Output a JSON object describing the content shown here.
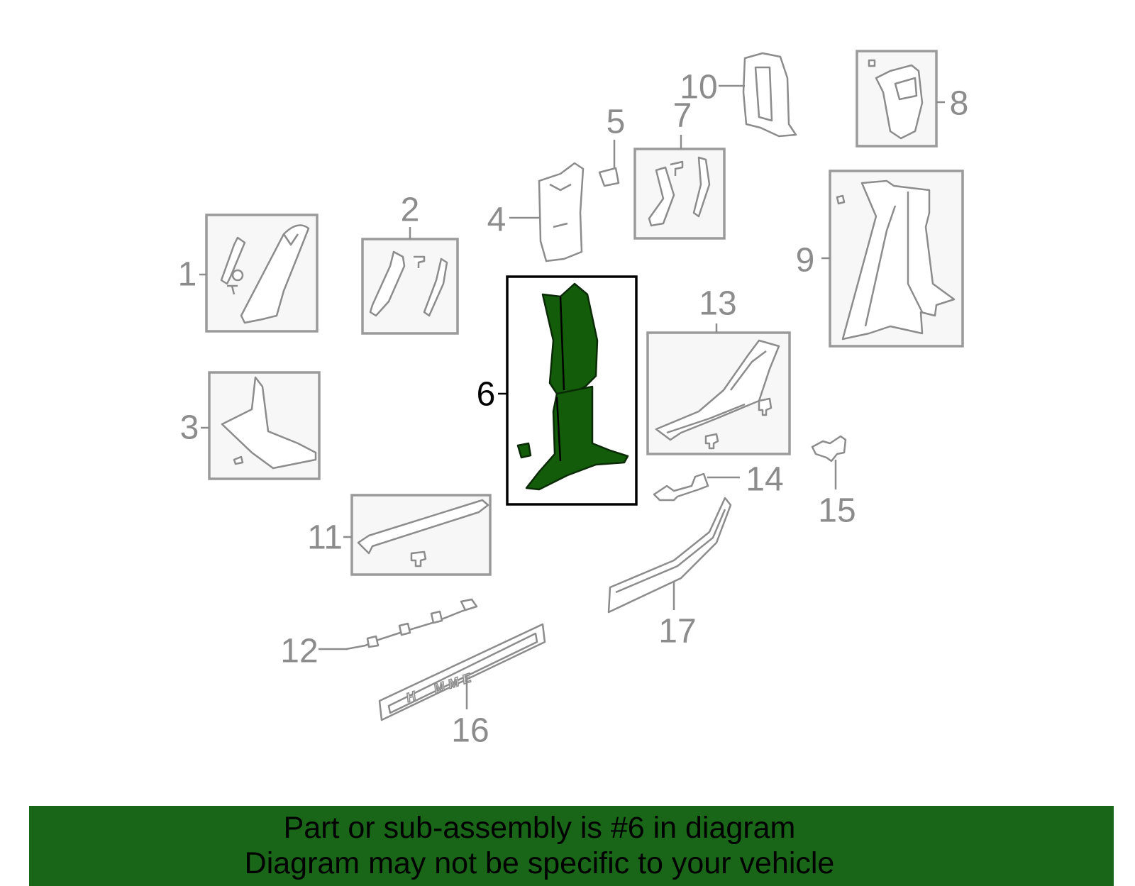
{
  "diagram": {
    "highlighted_part": "6",
    "callouts": [
      {
        "id": "1",
        "label": "1"
      },
      {
        "id": "2",
        "label": "2"
      },
      {
        "id": "3",
        "label": "3"
      },
      {
        "id": "4",
        "label": "4"
      },
      {
        "id": "5",
        "label": "5"
      },
      {
        "id": "6",
        "label": "6"
      },
      {
        "id": "7",
        "label": "7"
      },
      {
        "id": "8",
        "label": "8"
      },
      {
        "id": "9",
        "label": "9"
      },
      {
        "id": "10",
        "label": "10"
      },
      {
        "id": "11",
        "label": "11"
      },
      {
        "id": "12",
        "label": "12"
      },
      {
        "id": "13",
        "label": "13"
      },
      {
        "id": "14",
        "label": "14"
      },
      {
        "id": "15",
        "label": "15"
      },
      {
        "id": "16",
        "label": "16"
      },
      {
        "id": "17",
        "label": "17"
      }
    ],
    "sill_plate_emblem": "H  MME",
    "colors": {
      "highlight_fill": "#135c0a",
      "line_gray": "#8c8c8c",
      "banner_bg": "#196618"
    }
  },
  "banner": {
    "line1": "Part or sub-assembly is #6 in diagram",
    "line2": "Diagram may not be specific to your vehicle"
  }
}
